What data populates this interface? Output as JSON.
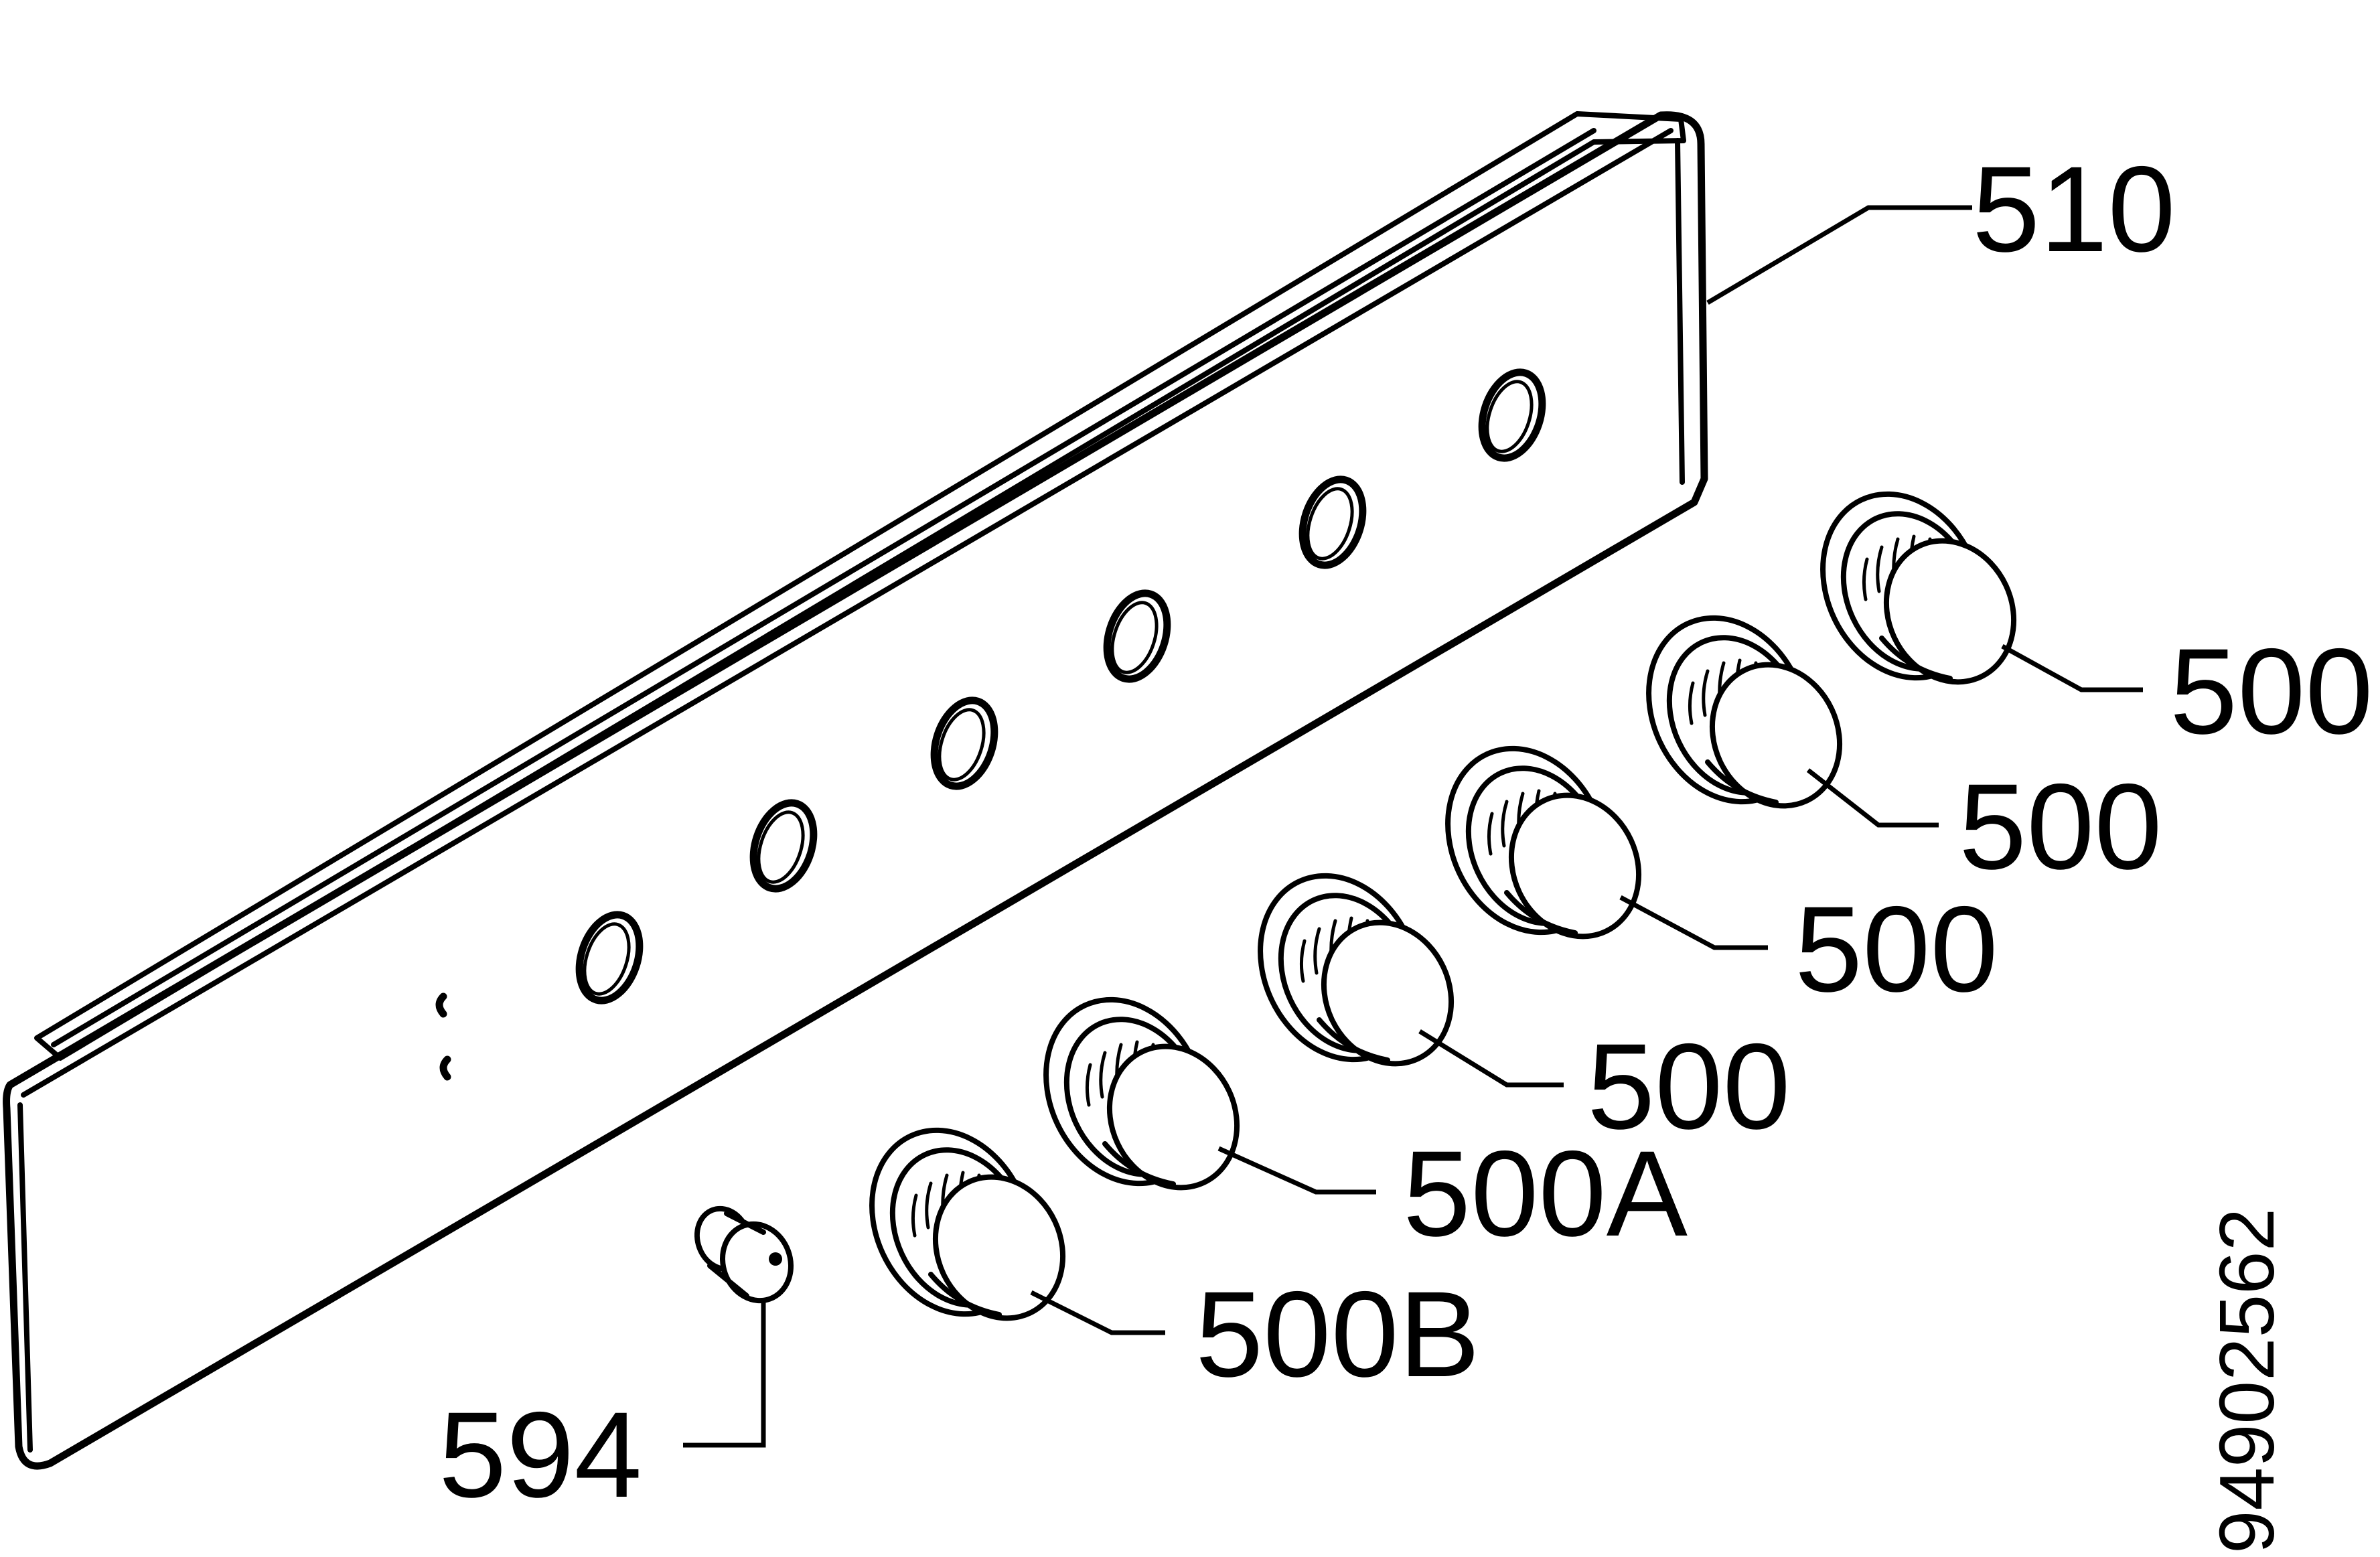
{
  "callouts": {
    "panel": "510",
    "knob_1": "500",
    "knob_2": "500",
    "knob_3": "500",
    "knob_4": "500",
    "knob_5": "500A",
    "knob_6": "500B",
    "indicator_lamp": "594"
  },
  "document_number": "94902562",
  "colors": {
    "line": "#000000",
    "background": "#ffffff"
  }
}
